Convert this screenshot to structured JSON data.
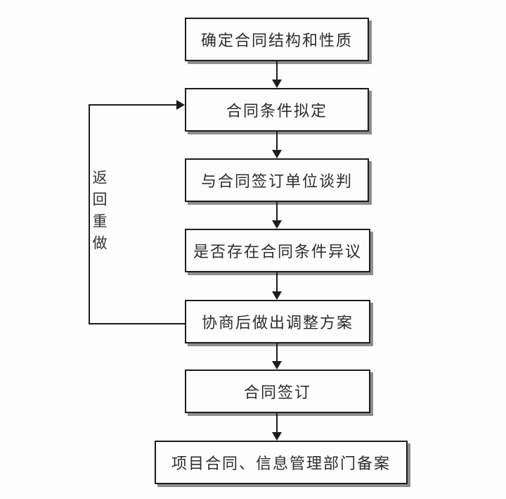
{
  "flowchart": {
    "type": "flowchart",
    "direction": "top-down",
    "nodes": [
      {
        "id": "n1",
        "label": "确定合同结构和性质"
      },
      {
        "id": "n2",
        "label": "合同条件拟定"
      },
      {
        "id": "n3",
        "label": "与合同签订单位谈判"
      },
      {
        "id": "n4",
        "label": "是否存在合同条件异议"
      },
      {
        "id": "n5",
        "label": "协商后做出调整方案"
      },
      {
        "id": "n6",
        "label": "合同签订"
      },
      {
        "id": "n7",
        "label": "项目合同、信息管理部门备案"
      }
    ],
    "edges": [
      {
        "from": "n1",
        "to": "n2",
        "label": ""
      },
      {
        "from": "n2",
        "to": "n3",
        "label": ""
      },
      {
        "from": "n3",
        "to": "n4",
        "label": ""
      },
      {
        "from": "n4",
        "to": "n5",
        "label": ""
      },
      {
        "from": "n5",
        "to": "n6",
        "label": ""
      },
      {
        "from": "n6",
        "to": "n7",
        "label": ""
      },
      {
        "from": "n5",
        "to": "n2",
        "label": "返回重做",
        "type": "loop-left"
      }
    ],
    "loop": {
      "label": "返回重做"
    },
    "colors": {
      "node_border": "#1c1c1c",
      "node_fill": "#fdfdfd",
      "node_shadow": "#8d8d8d",
      "line": "#1c1c1c",
      "text": "#2d2d2d",
      "background": "#fdfdfd"
    }
  }
}
